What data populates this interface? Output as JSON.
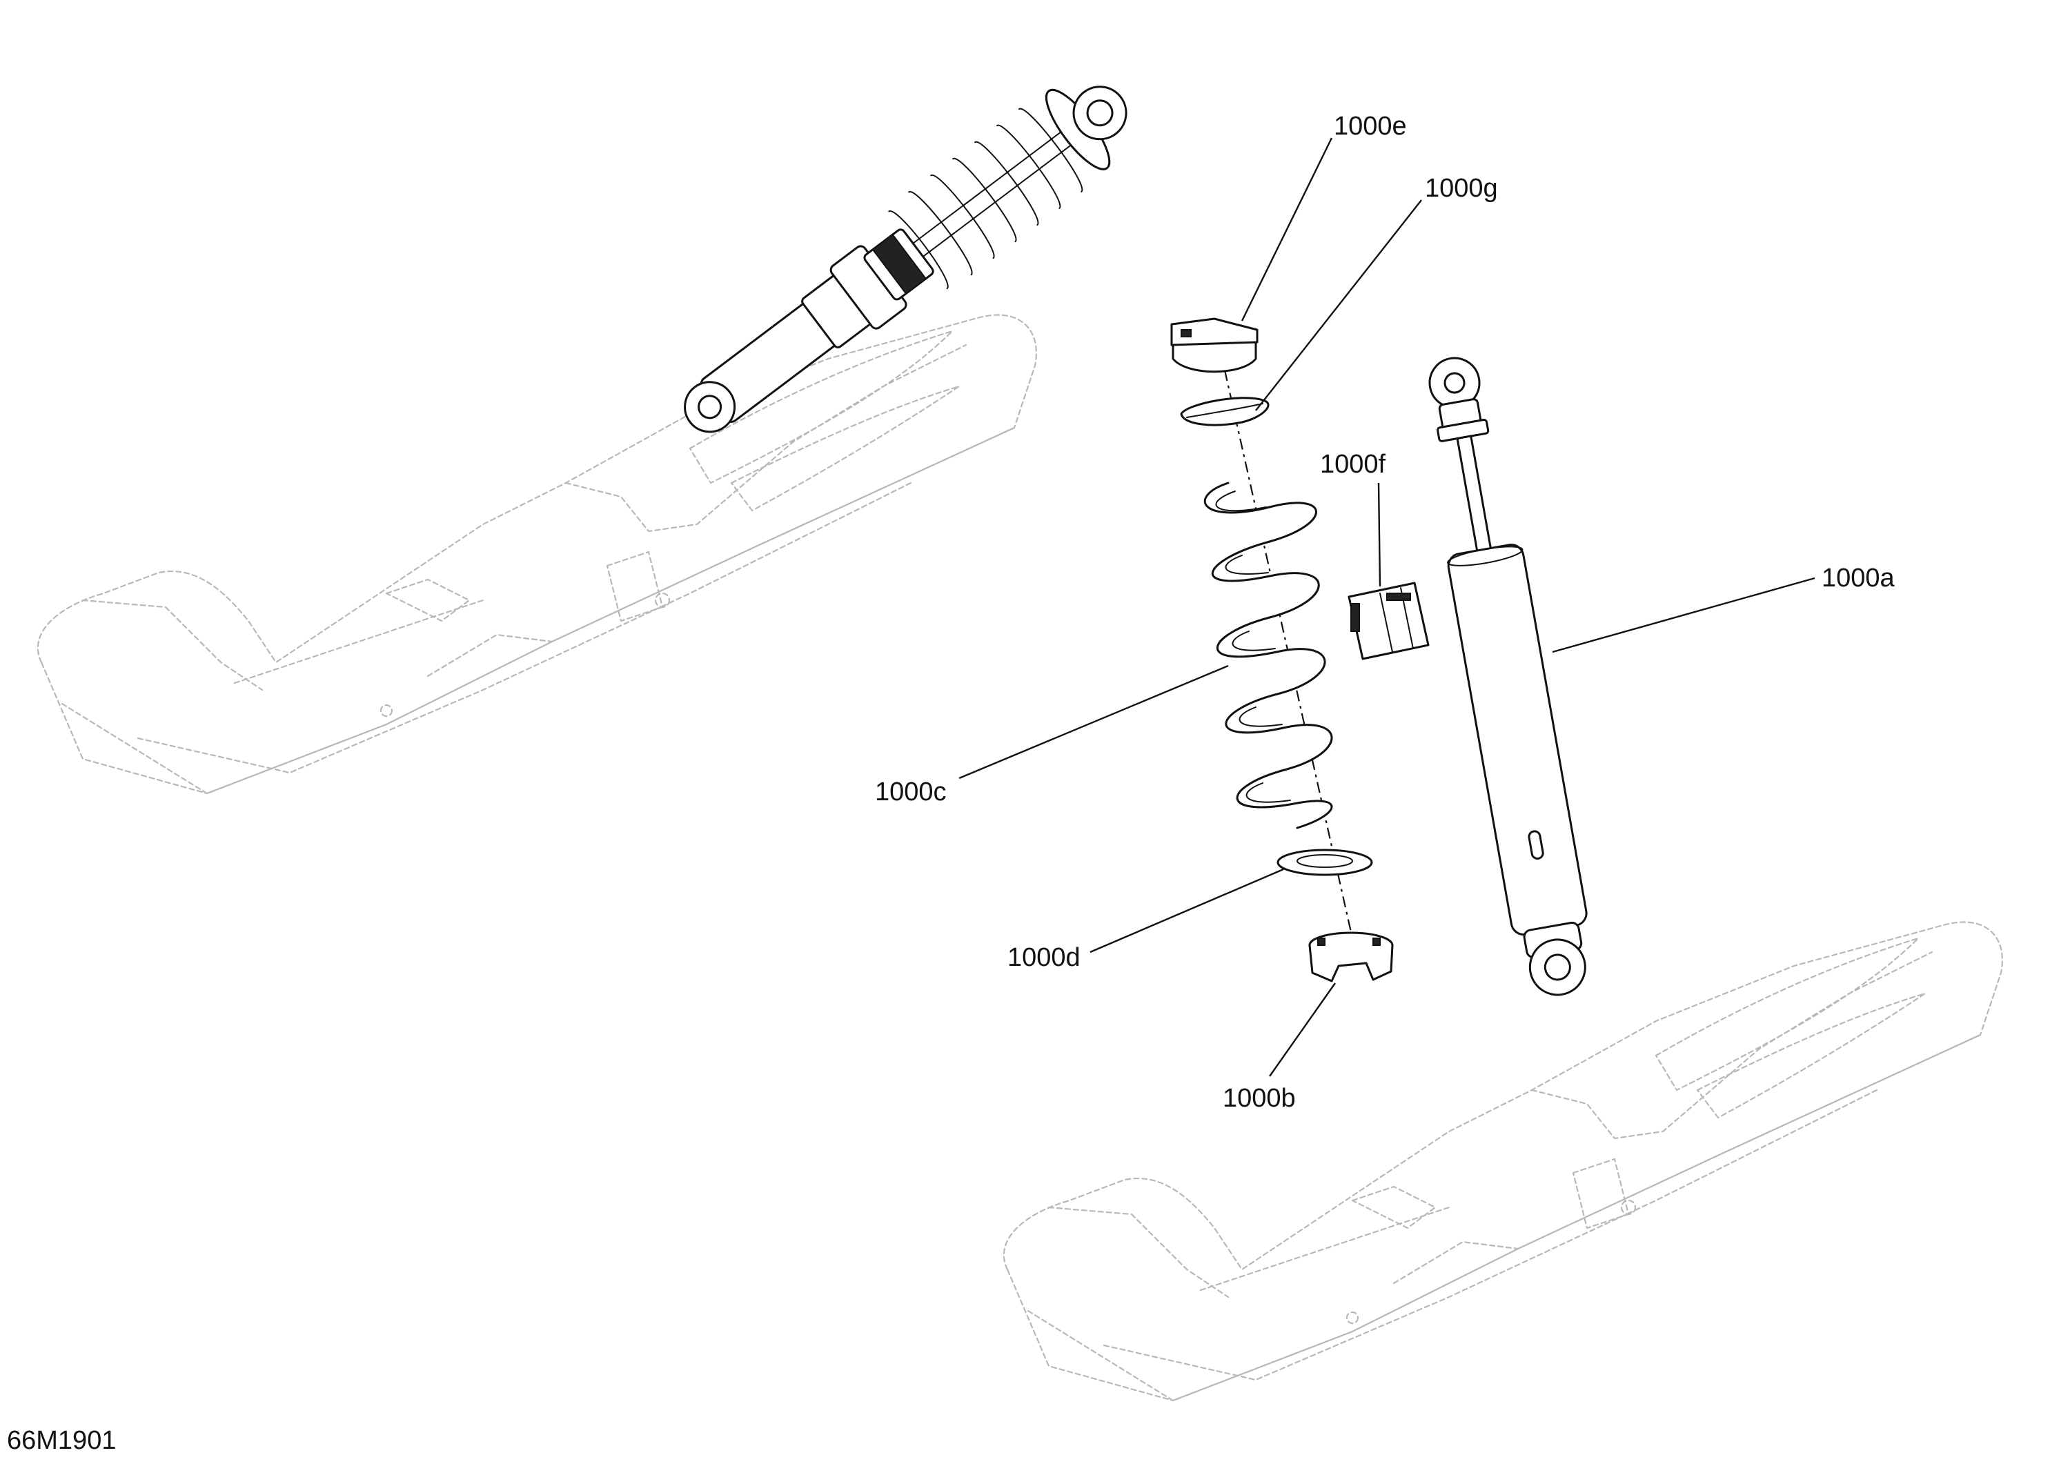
{
  "diagram": {
    "figure_code": "66M1901",
    "callouts": {
      "a": "1000a",
      "b": "1000b",
      "c": "1000c",
      "d": "1000d",
      "e": "1000e",
      "f": "1000f",
      "g": "1000g"
    }
  }
}
